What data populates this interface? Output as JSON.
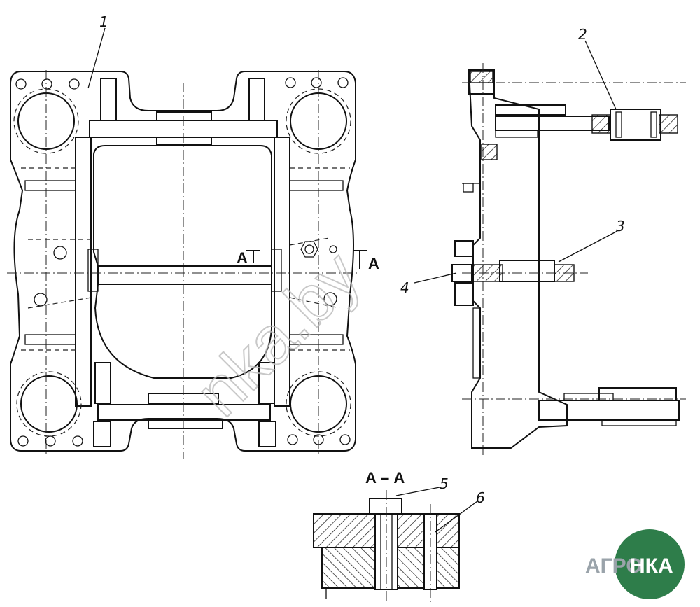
{
  "callouts": {
    "c1": "1",
    "c2": "2",
    "c3": "3",
    "c4": "4",
    "c5": "5",
    "c6": "6"
  },
  "section": {
    "title": "А – А",
    "mark_left": "А",
    "mark_right": "А"
  },
  "watermark": "nka.by",
  "logo": {
    "left": "АГРО",
    "right": "НКА"
  },
  "colors": {
    "ink": "#111111",
    "logo_circle": "#2e7d4a",
    "logo_text": "#9aa3aa"
  }
}
